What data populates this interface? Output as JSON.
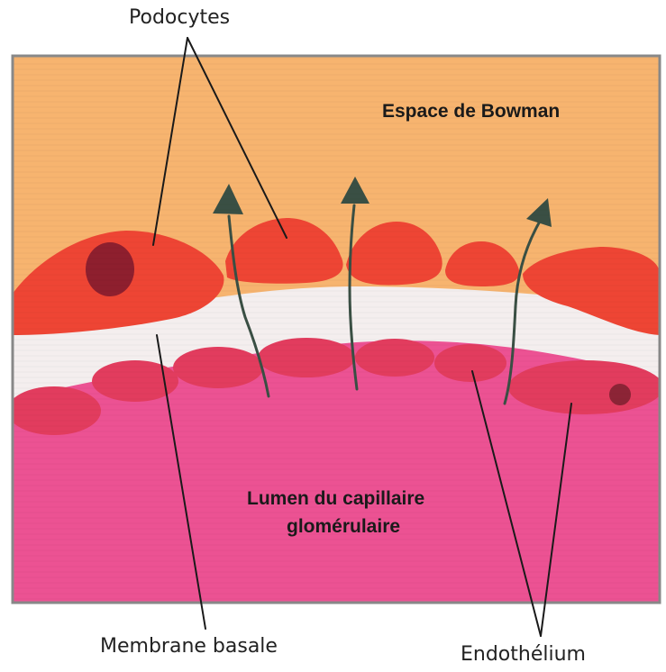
{
  "diagram": {
    "labels": {
      "podocytes": "Podocytes",
      "bowman_space": "Espace de Bowman",
      "lumen_line1": "Lumen du capillaire",
      "lumen_line2": "glomérulaire",
      "basement_membrane": "Membrane basale",
      "endothelium": "Endothélium"
    },
    "colors": {
      "bowman_space": "#F7B46F",
      "podocyte": "#EE4534",
      "podocyte_nucleus": "#8E1F2E",
      "basement_membrane": "#F4EEEE",
      "capillary_lumen": "#EC5293",
      "endothelial_cell": "#E23C5E",
      "endothelial_nucleus": "#8C2436",
      "frame": "#888888",
      "arrow": "#3A4F44",
      "leader_line": "#1a1a1a"
    }
  }
}
